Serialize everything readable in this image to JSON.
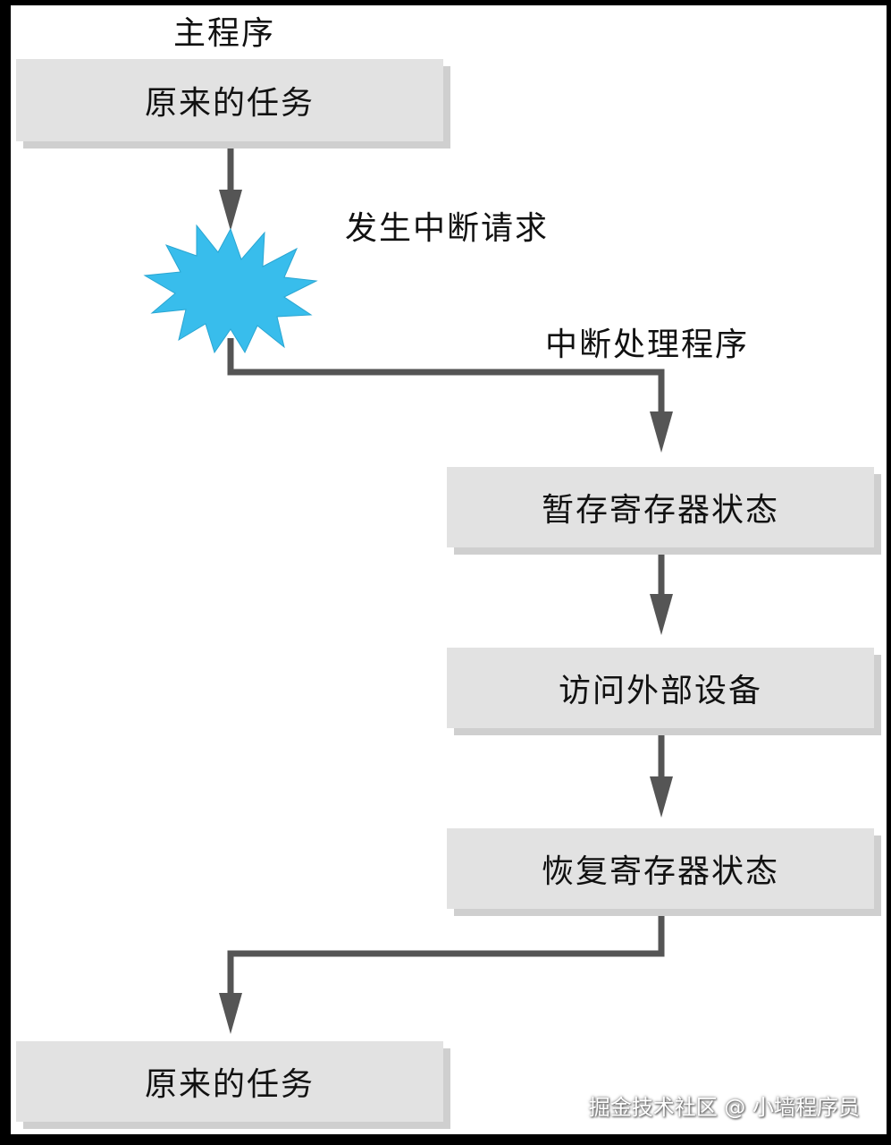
{
  "diagram": {
    "main_program_title": "主程序",
    "interrupt_request": "发生中断请求",
    "handler_title": "中断处理程序",
    "boxes": {
      "original_task_top": "原来的任务",
      "save_registers": "暂存寄存器状态",
      "access_device": "访问外部设备",
      "restore_registers": "恢复寄存器状态",
      "original_task_bottom": "原来的任务"
    },
    "colors": {
      "box_fill": "#e2e2e2",
      "box_shadow": "#cfcfcf",
      "arrow": "#555555",
      "starburst": "#38bdec"
    },
    "icons": {
      "interrupt": "starburst-icon"
    }
  },
  "watermark": "掘金技术社区 @ 小墙程序员"
}
